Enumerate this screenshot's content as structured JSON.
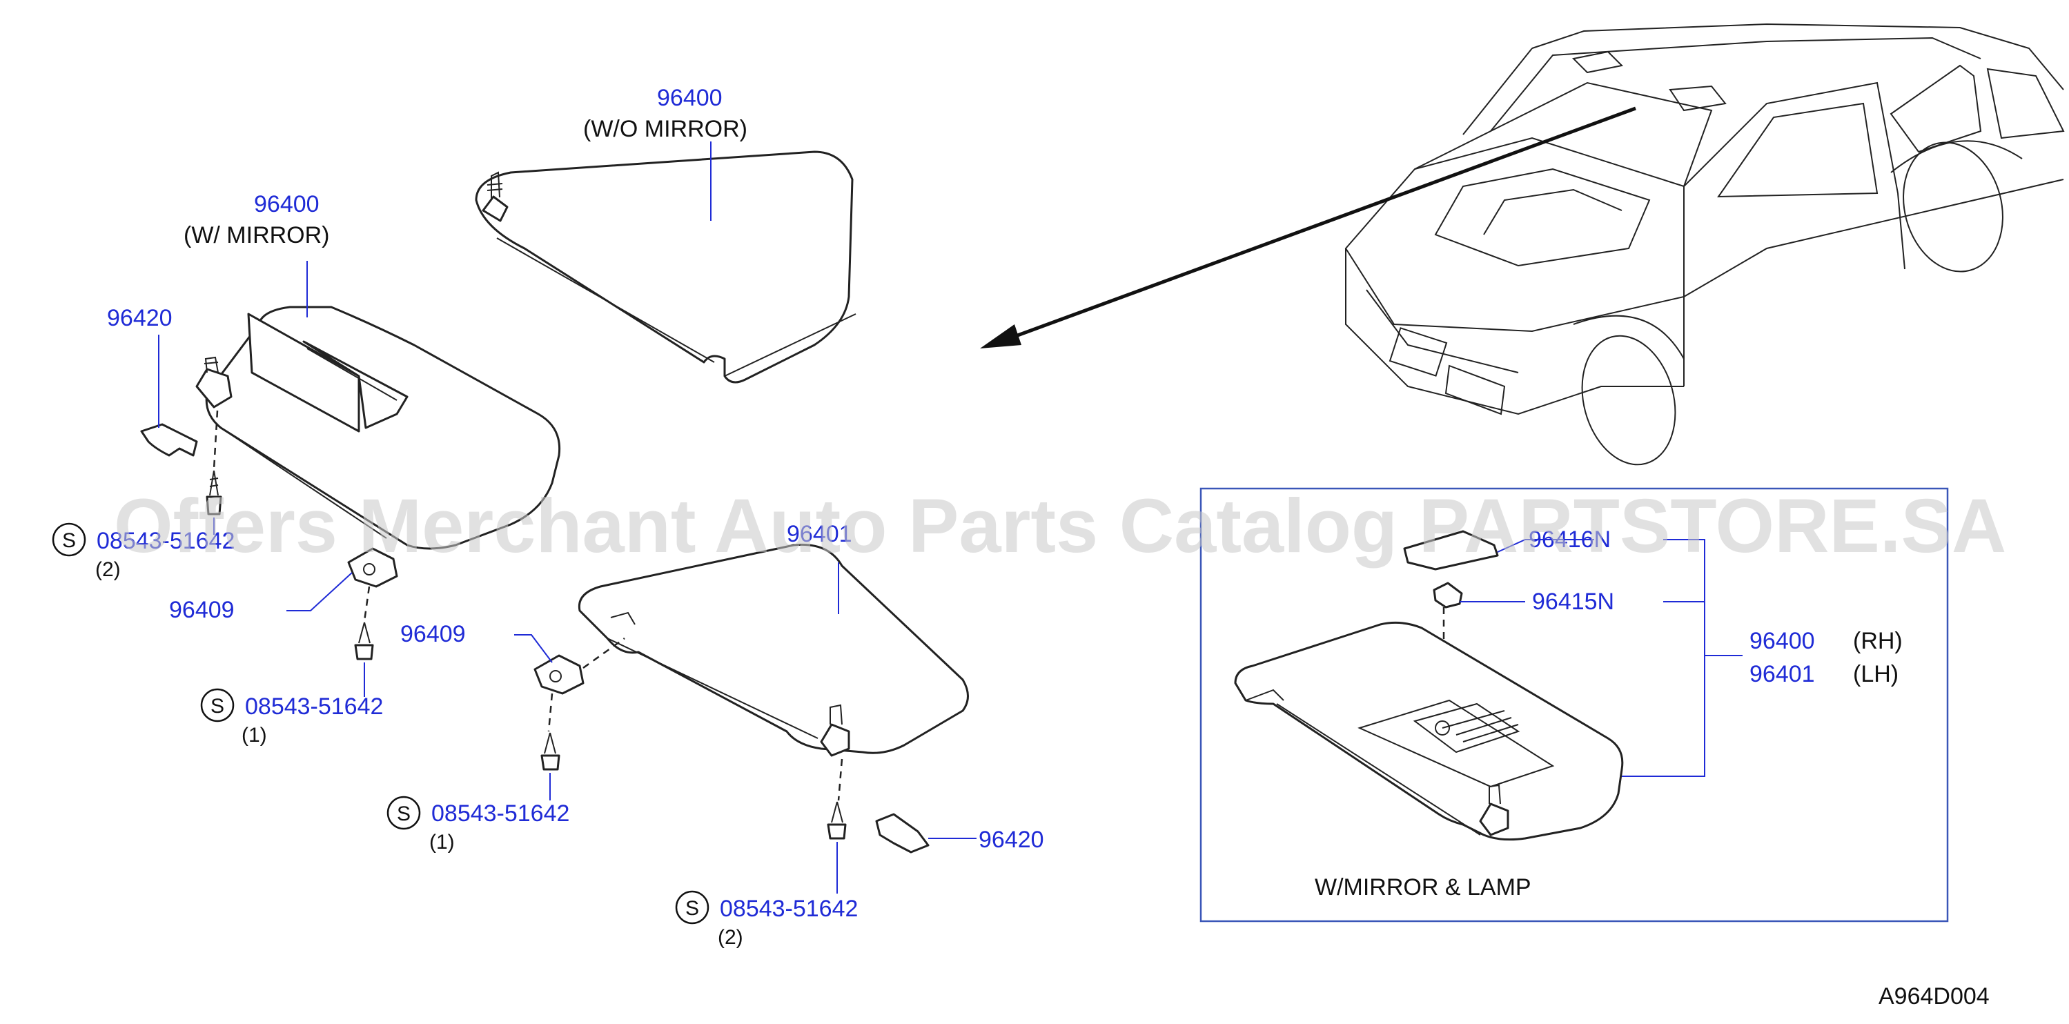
{
  "colors": {
    "part_number": "#1f2bd6",
    "text": "#111111",
    "watermark": "#c9c9c9",
    "frame": "#3a56b8"
  },
  "callouts": {
    "visor_without_mirror": {
      "part": "96400",
      "note": "(W/O  MIRROR)"
    },
    "visor_with_mirror": {
      "part": "96400",
      "note": "(W/  MIRROR)"
    },
    "holder_left": "96420",
    "screw_left": {
      "symbol": "S",
      "part": "08543-51642",
      "qty": "(2)"
    },
    "bracket_left": "96409",
    "screw_left_bracket": {
      "symbol": "S",
      "part": "08543-51642",
      "qty": "(1)"
    },
    "visor_right": "96401",
    "bracket_right": "96409",
    "screw_right_bracket": {
      "symbol": "S",
      "part": "08543-51642",
      "qty": "(1)"
    },
    "holder_right": "96420",
    "screw_right": {
      "symbol": "S",
      "part": "08543-51642",
      "qty": "(2)"
    }
  },
  "inset": {
    "lamp_lens": "96416N",
    "lamp_bulb": "96415N",
    "assemblies": [
      {
        "part": "96400",
        "side": "(RH)"
      },
      {
        "part": "96401",
        "side": "(LH)"
      }
    ],
    "caption": "W/MIRROR  &  LAMP"
  },
  "watermark": "Offers Merchant Auto Parts Catalog PARTSTORE.SA",
  "diagram_code": "A964D004"
}
